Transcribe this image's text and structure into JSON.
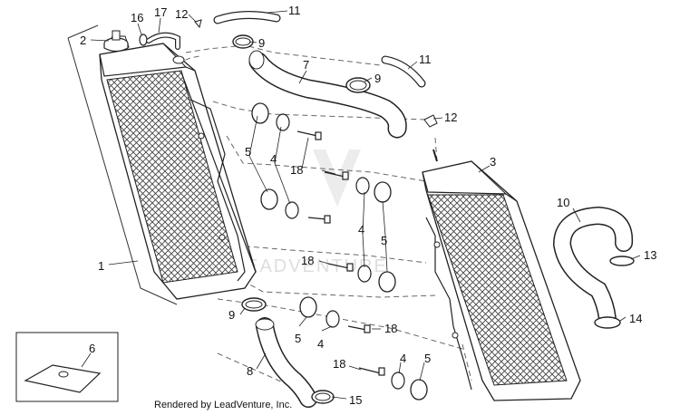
{
  "diagram": {
    "callouts": [
      {
        "id": "c1",
        "label": "1"
      },
      {
        "id": "c2",
        "label": "2"
      },
      {
        "id": "c3",
        "label": "3"
      },
      {
        "id": "c4a",
        "label": "4"
      },
      {
        "id": "c4b",
        "label": "4"
      },
      {
        "id": "c4c",
        "label": "4"
      },
      {
        "id": "c4d",
        "label": "4"
      },
      {
        "id": "c5a",
        "label": "5"
      },
      {
        "id": "c5b",
        "label": "5"
      },
      {
        "id": "c5c",
        "label": "5"
      },
      {
        "id": "c5d",
        "label": "5"
      },
      {
        "id": "c6",
        "label": "6"
      },
      {
        "id": "c7",
        "label": "7"
      },
      {
        "id": "c8",
        "label": "8"
      },
      {
        "id": "c9a",
        "label": "9"
      },
      {
        "id": "c9b",
        "label": "9"
      },
      {
        "id": "c9c",
        "label": "9"
      },
      {
        "id": "c10",
        "label": "10"
      },
      {
        "id": "c11a",
        "label": "11"
      },
      {
        "id": "c11b",
        "label": "11"
      },
      {
        "id": "c12a",
        "label": "12"
      },
      {
        "id": "c12b",
        "label": "12"
      },
      {
        "id": "c13",
        "label": "13"
      },
      {
        "id": "c14",
        "label": "14"
      },
      {
        "id": "c15",
        "label": "15"
      },
      {
        "id": "c16",
        "label": "16"
      },
      {
        "id": "c17",
        "label": "17"
      },
      {
        "id": "c18a",
        "label": "18"
      },
      {
        "id": "c18b",
        "label": "18"
      },
      {
        "id": "c18c",
        "label": "18"
      },
      {
        "id": "c18d",
        "label": "18"
      }
    ],
    "credit": "Rendered by LeadVenture, Inc.",
    "watermark": "LEADVENTURE"
  }
}
